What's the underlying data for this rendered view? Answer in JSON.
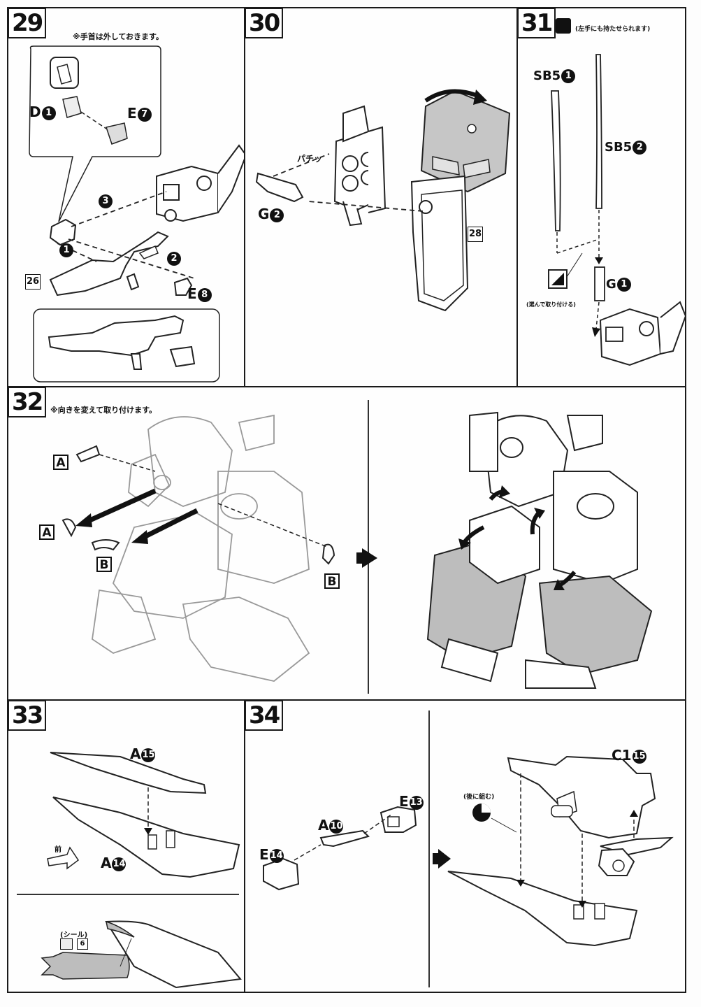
{
  "steps": {
    "s29": {
      "num": "29",
      "note": "※手首は外しておきます。",
      "parts": {
        "d": "D",
        "d_n": "1",
        "e7": "E",
        "e7_n": "7",
        "e8": "E",
        "e8_n": "8"
      },
      "ref": "26",
      "arrows": [
        "1",
        "2",
        "3"
      ]
    },
    "s30": {
      "num": "30",
      "sound": "パチッ",
      "part": "G",
      "part_n": "2",
      "ref": "28"
    },
    "s31": {
      "num": "31",
      "note": "(左手にも持たせられます)",
      "sb1": "SB5",
      "sb1_n": "1",
      "sb2": "SB5",
      "sb2_n": "2",
      "g1": "G",
      "g1_n": "1",
      "sub": "(選んで取り付ける)"
    },
    "s32": {
      "num": "32",
      "note": "※向きを変えて取り付けます。",
      "labels": [
        "A",
        "A",
        "B",
        "B"
      ]
    },
    "s33": {
      "num": "33",
      "a15": "A",
      "a15_n": "15",
      "a14": "A",
      "a14_n": "14",
      "front": "前",
      "seal": "(シール)",
      "seal_num": "6"
    },
    "s34": {
      "num": "34",
      "e13": "E",
      "e13_n": "13",
      "a10": "A",
      "a10_n": "10",
      "e14": "E",
      "e14_n": "14",
      "c1": "C1",
      "c1_n": "15",
      "caption": "(後に組む)"
    }
  },
  "colors": {
    "ink": "#111111",
    "fill": "#bdbdbd",
    "paper": "#fdfdfd"
  }
}
